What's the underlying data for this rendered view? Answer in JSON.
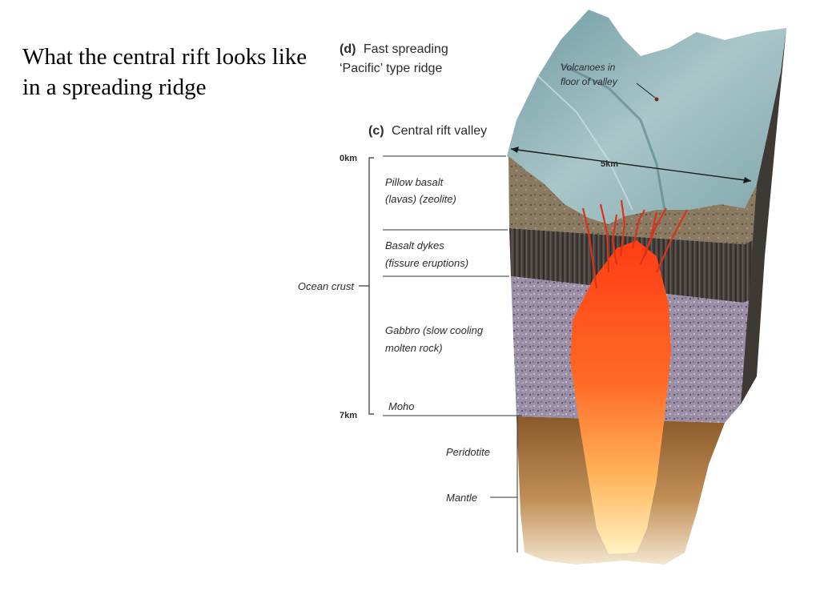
{
  "slide": {
    "title": "What the central rift looks like in a spreading ridge"
  },
  "diagram": {
    "panel_d": {
      "letter": "(d)",
      "title_line1": "Fast spreading",
      "title_line2": "‘Pacific’ type ridge"
    },
    "panel_c": {
      "letter": "(c)",
      "title": "Central rift valley"
    },
    "depth_top": "0km",
    "depth_bottom": "7km",
    "width_label": "5km",
    "volcano_label_line1": "Volcanoes in",
    "volcano_label_line2": "floor of valley",
    "ocean_crust_label": "Ocean crust",
    "layers": [
      {
        "line1": "Pillow basalt",
        "line2": "(lavas) (zeolite)"
      },
      {
        "line1": "Basalt dykes",
        "line2": "(fissure eruptions)"
      },
      {
        "line1": "Gabbro (slow cooling",
        "line2": "molten rock)"
      }
    ],
    "moho_label": "Moho",
    "peridotite_label": "Peridotite",
    "mantle_label": "Mantle",
    "colors": {
      "valley_surface": "#8fb3b8",
      "pillow_basalt": "#8a7a62",
      "basalt_dykes": "#4a4440",
      "gabbro": "#9b8fa8",
      "mantle": "#b88a52",
      "magma_core": "#ff5a1e",
      "magma_edge": "#ffe28a"
    }
  }
}
